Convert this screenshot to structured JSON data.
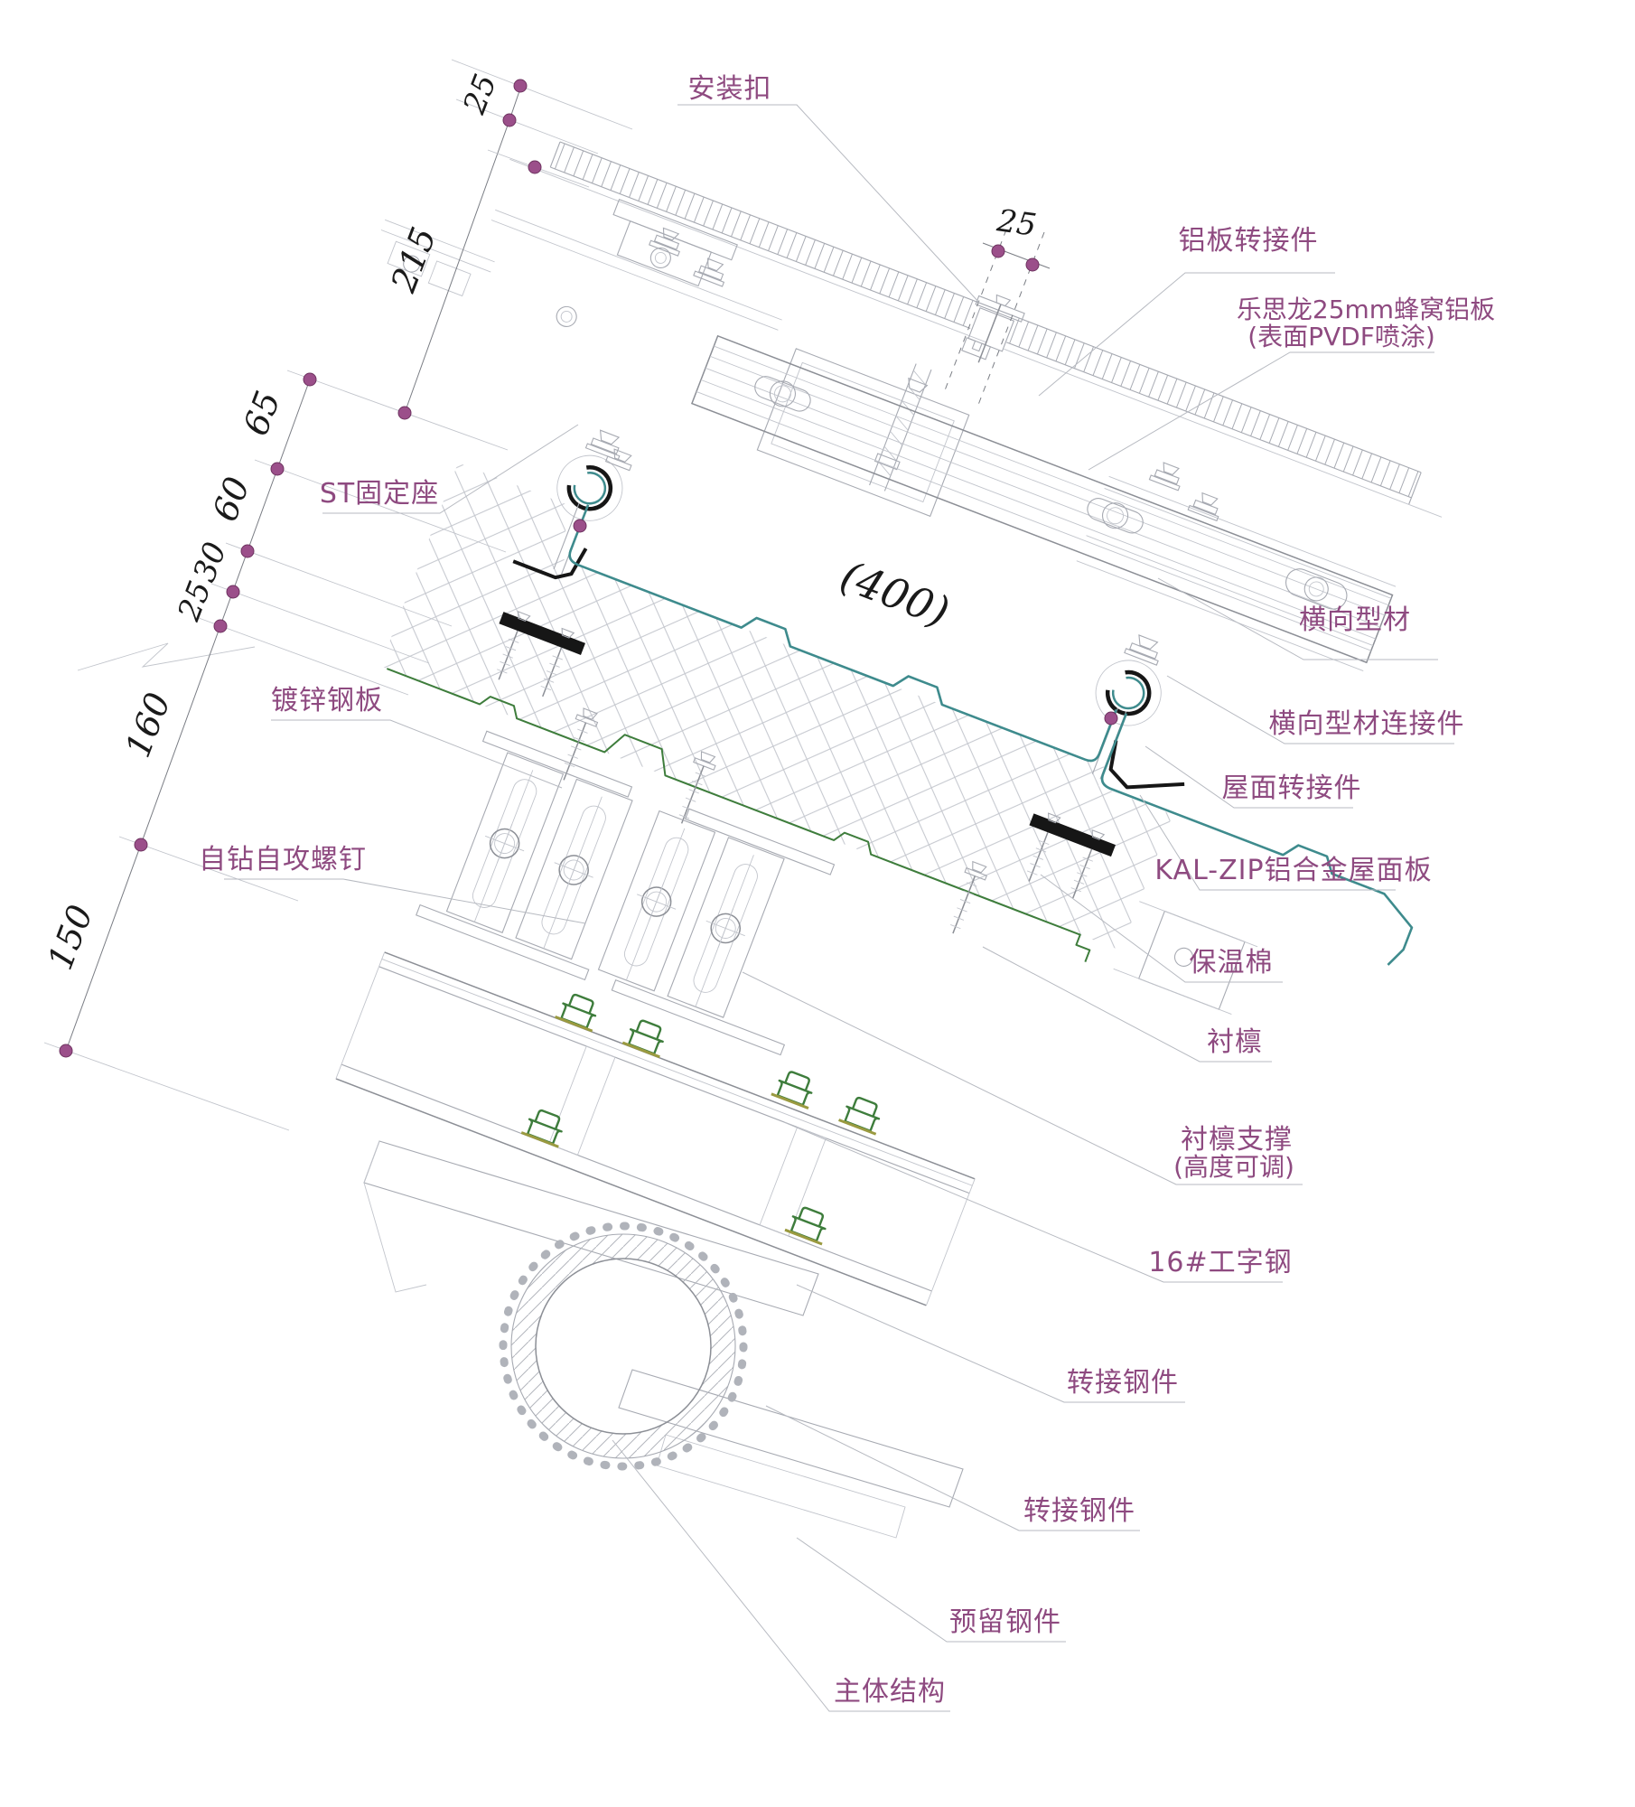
{
  "title": "roof-detail-drawing",
  "labels": {
    "install_clip": "安装扣",
    "alu_panel_adapter": "铝板转接件",
    "honeycomb_panel_line1": "乐思龙25mm蜂窝铝板",
    "honeycomb_panel_line2": "(表面PVDF喷涂)",
    "transverse_profile": "横向型材",
    "transverse_profile_connector": "横向型材连接件",
    "roof_adapter": "屋面转接件",
    "kalzip_roof_panel": "KAL-ZIP铝合金屋面板",
    "insulation": "保温棉",
    "liner_purlin": "衬檩",
    "purlin_support_line1": "衬檩支撑",
    "purlin_support_line2": "(高度可调)",
    "i_beam": "16#工字钢",
    "adapter_steel_upper": "转接钢件",
    "adapter_steel_lower": "转接钢件",
    "reserved_steel": "预留钢件",
    "main_structure": "主体结构",
    "st_fixing_seat": "ST固定座",
    "galvanized_steel_sheet": "镀锌钢板",
    "self_drilling_screw": "自钻自攻螺钉"
  },
  "dimensions": {
    "offset_25_top": "25",
    "run_215": "215",
    "gap_25": "25",
    "d_65": "65",
    "d_60": "60",
    "d_30": "30",
    "d_25": "25",
    "d_160": "160",
    "d_150": "150",
    "span_400": "(400)"
  },
  "colors": {
    "label_purple": "#8e4a80",
    "dot_magenta": "#9b4f8a",
    "roof_sheet_teal": "#3e8b8d",
    "liner_green": "#3e7d3c",
    "batten_black": "#161616",
    "cad_line_gray": "#a7aab2"
  }
}
